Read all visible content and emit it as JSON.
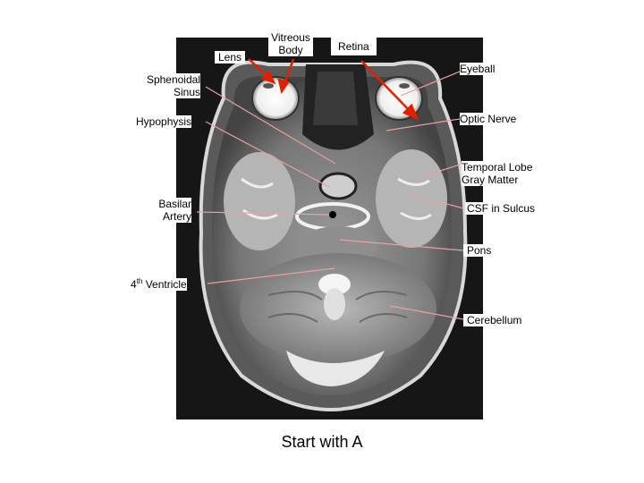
{
  "figure": {
    "colors": {
      "leader_line": "#e8a0a0",
      "highlight_arrow": "#e02000",
      "background": "#1a1a1a"
    },
    "labels": {
      "lens": "Lens",
      "vitreous_body_line1": "Vitreous",
      "vitreous_body_line2": "Body",
      "retina": "Retina",
      "eyeball": "Eyeball",
      "sphenoidal_sinus_line1": "Sphenoidal",
      "sphenoidal_sinus_line2": "Sinus",
      "hypophysis": "Hypophysis",
      "optic_nerve": "Optic Nerve",
      "temporal_lobe_line1": "Temporal Lobe",
      "temporal_lobe_line2": "Gray Matter",
      "basilar_artery_line1": "Basilar",
      "basilar_artery_line2": "Artery",
      "csf_in_sulcus": "CSF in Sulcus",
      "pons": "Pons",
      "fourth_ventricle_num": "4",
      "fourth_ventricle_sup": "th",
      "fourth_ventricle_text": " Ventricle",
      "cerebellum": "Cerebellum"
    },
    "caption": "Start with A"
  }
}
